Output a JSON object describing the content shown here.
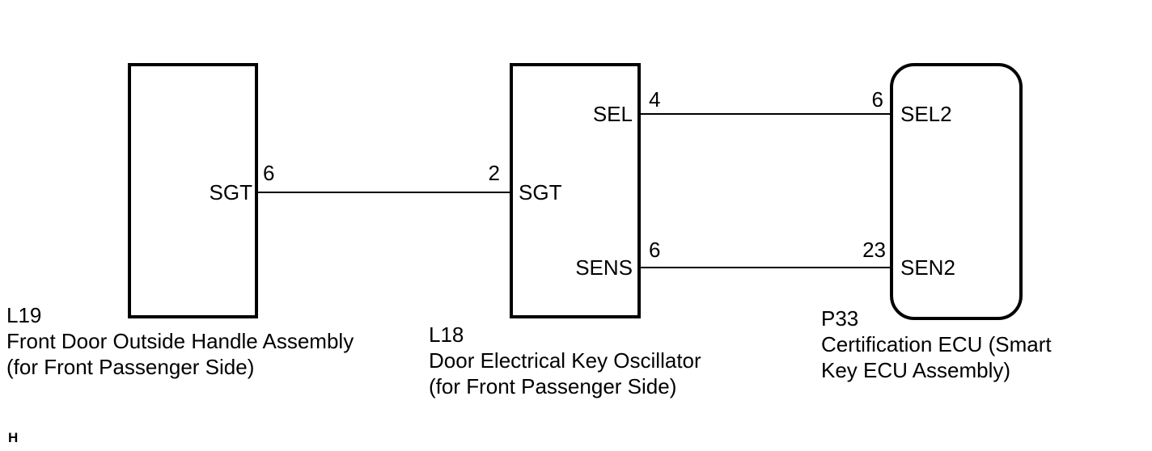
{
  "colors": {
    "line": "#000000",
    "background": "#ffffff",
    "text": "#000000"
  },
  "footer_marker": "H",
  "components": {
    "l19": {
      "code": "L19",
      "name_line1": "Front Door Outside Handle Assembly",
      "name_line2": "(for Front Passenger Side)",
      "shape": "rectangle",
      "terminals": {
        "sgt": {
          "label": "SGT",
          "pin": "6"
        }
      }
    },
    "l18": {
      "code": "L18",
      "name_line1": "Door Electrical Key Oscillator",
      "name_line2": "(for Front Passenger Side)",
      "shape": "rectangle",
      "terminals": {
        "sel": {
          "label": "SEL",
          "pin": "4"
        },
        "sgt": {
          "label": "SGT",
          "pin": "2"
        },
        "sens": {
          "label": "SENS",
          "pin": "6"
        }
      }
    },
    "p33": {
      "code": "P33",
      "name_line1": "Certification ECU (Smart",
      "name_line2": "Key ECU Assembly)",
      "shape": "rounded-rectangle",
      "terminals": {
        "sel2": {
          "label": "SEL2",
          "pin": "6"
        },
        "sen2": {
          "label": "SEN2",
          "pin": "23"
        }
      }
    }
  },
  "wires": [
    {
      "from": "L19 SGT pin 6",
      "to": "L18 SGT pin 2"
    },
    {
      "from": "L18 SEL pin 4",
      "to": "P33 SEL2 pin 6"
    },
    {
      "from": "L18 SENS pin 6",
      "to": "P33 SEN2 pin 23"
    }
  ]
}
